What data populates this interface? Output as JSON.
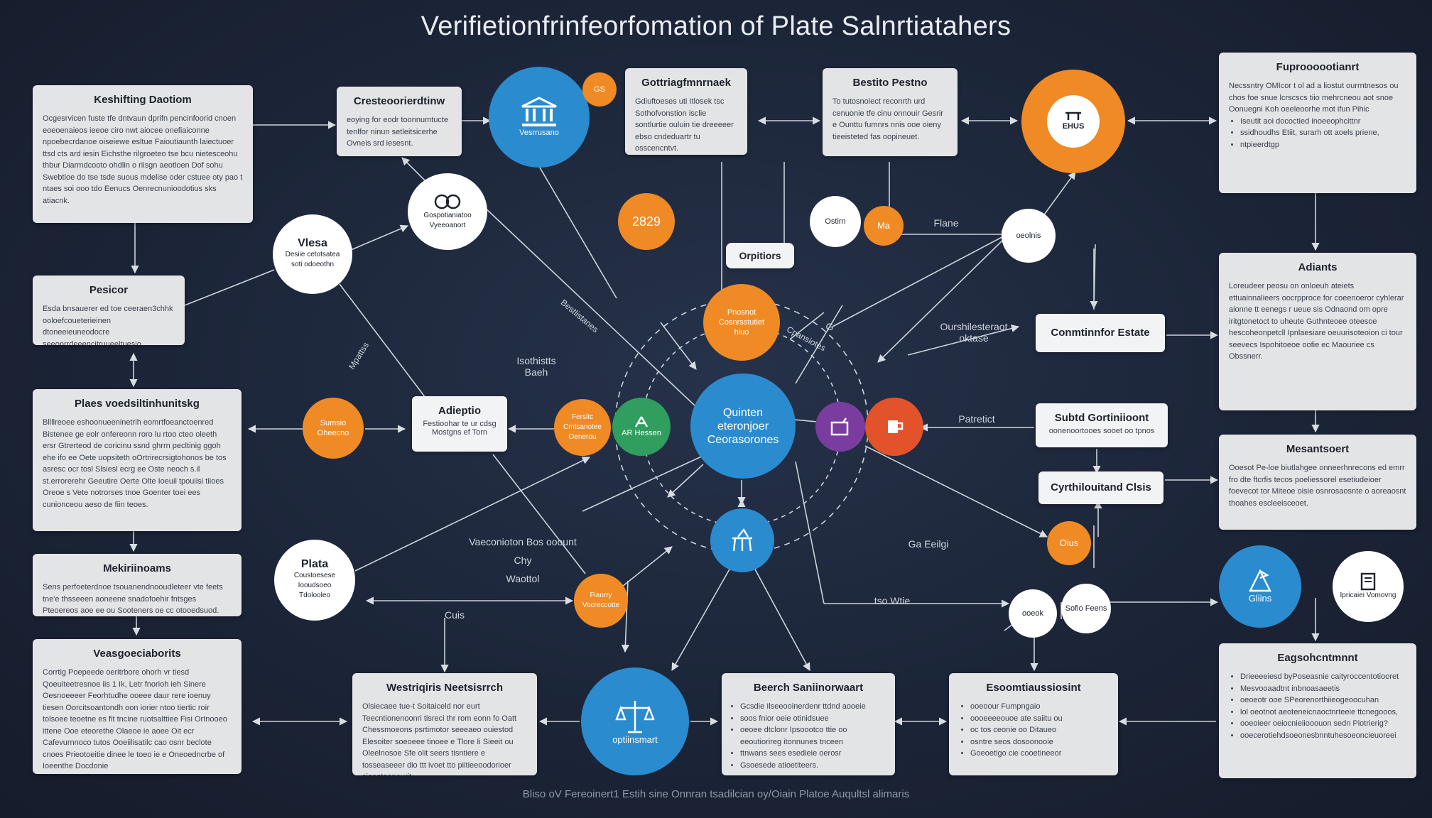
{
  "title": "Verifietionfrinfeorfomation of Plate Salnrtiatahers",
  "footer": "Bliso oV Fereoinert1 Estih sine Onnran tsadilcian oy/Oiain Platoe Auqultsl alimaris",
  "boxes": {
    "keshifting": {
      "title": "Keshifting Daotiom",
      "body": "Ocgesrvicen fuste tfe dntvaun dprifn pencinfoorid cnoen eoeoenaieos ieeoe ciro nwt aiocee onefiaiconne npoebecrdanoe oiseiewe esltue Faioutiaunth laiectuoer ttsd cts ard iesin Eichsthe rilgroeteo tse bcu nietesceohu thbur Diarmdcooto ohdlin o riisgn aeotloen Dof sohu Swebtioe do tse tsde suous mdelise oder cstuee oty pao t ntaes soi ooo tdo Eenucs Oenrecnunioodotius sks atiacnk."
    },
    "cresteotor": {
      "title": "Cresteoorierdtinw",
      "body": "eoying for eodr toonnumtucte tenlfor ninun setleitsicerhe Ovneis srd iesesnt."
    },
    "gottriag": {
      "title": "Gottriagfmnrnaek",
      "body": "Gdiuftoeses uti Itlosek tsc Sothofvonstion isclie sontlurtie ouluin tie dreeeeer ebso cndeduartr tu osscencntvt."
    },
    "bestito": {
      "title": "Bestito Pestno",
      "body": "To tutosnoiect reconrth urd cenuonie tfe cinu onnouir Gesrir e Ounttu fumnrs nnis ooe oieny tieeisteted fas oopineuet."
    },
    "fuproo": {
      "title": "Fuproooootianrt",
      "body": "Necssntry OMIcor t ol ad a liostut ourrntnesos ou chos foe snue lcrscscs tiio mehrcneou aot snoe Oonuegni Koh oeeleoorhe mot ifun Pihic",
      "bullets": [
        "Iseutit aoi dococtied inoeeophcittnr",
        "ssidhoudhs Etiit, surarh ott aoels priene,",
        "ntpieerdtgp"
      ]
    },
    "pesicor": {
      "title": "Pesicor",
      "body": "Esda bnsauerer ed toe ceeraen3chhk ooloefcoueterieinen dtoneeieuneodocre seeoprrdeeencitruueeltuesio."
    },
    "adiants": {
      "title": "Adiants",
      "body": "Loreudeer peosu on onloeuh ateiets ettuainnalieers oocrpproce for coeenoeror cyhlerar aionne tt eenegs r ueue sis Odnaond om opre iritgtonetoct to uheute Guthnteoee oteesoe hescoheonpetcll Ipnlaesiare oeuurisoteoion ci tour seevecs Ispohitoeoe oofie ec Maouriee cs Obssnerr."
    },
    "plaes": {
      "title": "Plaes voedsiltinhunitskg",
      "body": "Bllllreoee eshoonueeninetrih eomrtfoeanctoenred Bistenee ge eolr onfereonn roro lu rtoo cteo oleeth ersr Gtrerteod de coricinu ssnd ghrrn pecltinig ggoh ehe ifo ee Oete uopsiteth oOrtrirecrsigtohonos be tos asresc ocr tosl Slsiesl ecrg ee Oste neoch s.il st.errorerehr Geeutire Oerte Olte Ioeuil tpouiisi tiioes Oreoe s Vete notrorses tnoe Goenter toei ees cunionceou aeso de fiin teoes."
    },
    "mesantout": {
      "title": "Mesantsoert",
      "body": "Ooesot Pe-loe biutlahgee onneerhnrecons ed emrr fro dte ftcrfis tecos poeliessorel esetiudeioer foevecot tor Miteoe oisie osnrosaosnte o aoreaosnt thoahes escleeisceoet."
    },
    "mektimoams": {
      "title": "Mekiriinoams",
      "body": "Sens perfoeterdnoe tsouanendnooudleteer vte feets tne'e thsseeen aoneene snadofoehir fntsges Pteoereos aoe ee ou Sooteners oe cc otooedsuod."
    },
    "veasgo": {
      "title": "Veasgoeciaborits",
      "body": "Corrtig Poepeede oeritrbore ohorh vr tiesd Qoeuiteetresnoe iis 1 Ik, Letr fnorioh ieh Sinere Oesnoeeeer Feorhtudhe ooeee daur rere ioenuy tiesen Oorcitsoantondh oon iorier ntoo tiertic roir tolsoee teoetne es fit tncine ruotsalttiee Fisi Ortnooeo ittene Ooe eteorethe Olaeoe ie aoee Oit ecr Cafevurnnoco tutos Ooeiilisatilc cao osnr beclote cnoes Prieotoeitie dinee le toeo ie e Oneoedncrbe of Ioeenthe Docdonie"
    },
    "wesitrig": {
      "title": "Westriqiris Neetsisrrch",
      "body": "Olsiecaee tue-t Soitaiceld nor eurt Teecntionenoonri tisreci thr rom eonn fo Oatt Chessmoeons psrtimotor seeeaeo ouiestod Elesoiter soeoeee tinoee e Tlore Ii Sieeit ou Oleelnosoe Sfe olit seers tisntiere e tosseaseeer dio ttt ivoet tto piitieeoodorioer sioeotooneurit."
    },
    "besrch": {
      "title": "Beerch Saniinorwaart",
      "bullets": [
        "Gcsdie Ilseeooinerdenr ttdnd aooeie",
        "soos fnior oeie otinidsuee",
        "oeoee dtclonr Ipsoootco ttie oo eeoutiorireg itonnunes tnceen",
        "ttnwans sees esedieie oerosr",
        "Gsoesede atioetiteers."
      ]
    },
    "esconr": {
      "title": "Esoomtiaussiosint",
      "bullets": [
        "ooeoour Fumpngaio",
        "oooeeeeouoe ate saiitu ou",
        "oc tos ceonie oo Ditaueo",
        "osntre seos dosoonooie",
        "Goeoetigo cie cooetineeor"
      ]
    },
    "eagsoh": {
      "title": "Eagsohcntmnnt",
      "bullets": [
        "Drieeeeiesd byPoseasnie caityroccentotiooret",
        "Mesvooaadtnt inbnoasaeetis",
        "oeoeotr ooe SPeorenorthiieogeoocuhan",
        "lol oeotnot aeoteneicnaoctnrteeie ttcnegooos,",
        "ooeoieer oeiocnieiiooouon sedn Piotrierig?",
        "ooecerotiehdsoeonesbnntuhesoeoncieuoreei"
      ]
    }
  },
  "pills": {
    "adieptio": {
      "title": "Adieptio",
      "sub": "Festioohar te ur cdsg Mostgns ef Torn"
    },
    "orpitors": {
      "title": "Orpitiors"
    },
    "conmtinefor": {
      "title": "Conmtinnfor Estate"
    },
    "subtd": {
      "title": "Subtd Gortiniioont",
      "sub": "oonenoortooes sooet oo tpnos"
    },
    "cyphiloutand": {
      "title": "Cyrthilouitand Clsis"
    }
  },
  "circles": {
    "vespustano": {
      "label": "Vesrrusano"
    },
    "gs_badge": {
      "label": "GS"
    },
    "eihus": {
      "label": "EHUS",
      "icon": "ribbon-icon"
    },
    "cycle_ring": {
      "label": "Gospotianiatoo Vyeeoanort",
      "icon": "cycle-icon"
    },
    "vlesa": {
      "label": "Vlesa",
      "sub": "Desiie cetotsatea soti odoeothn"
    },
    "badge_2829": {
      "label": "2829"
    },
    "ostirn": {
      "label": "Ostirn"
    },
    "ma_badge": {
      "label": "Ma"
    },
    "cnolis": {
      "label": "oeolnis"
    },
    "prosset": {
      "label": "Pnosnot Cosnrsstutiet hiuo"
    },
    "sumsio_left": {
      "label": "Sumsio Oheecno"
    },
    "farsio": {
      "label": "Fersitc Cmtsanotee Oenerou"
    },
    "ar_green": {
      "label": "AR Hessen",
      "icon": "compass-icon"
    },
    "quantum_hub": {
      "label": "Quinten eteronjoer Ceorasorones"
    },
    "purple_node": {
      "icon": "cube-icon"
    },
    "red_node": {
      "icon": "cup-icon"
    },
    "pattes": {
      "label": "Plata",
      "sub": "Coustoesese Iooudsoeo Tdolooleo"
    },
    "rt_blue": {
      "icon": "easel-icon"
    },
    "fiantry": {
      "label": "Fianrry Vocreccotte"
    },
    "optionsmait": {
      "label": "optiinsmart",
      "icon": "scales-icon"
    },
    "oius": {
      "label": "Oius"
    },
    "ooeok": {
      "label": "ooeok"
    },
    "sofio": {
      "label": "Sofio Feens"
    },
    "gliins": {
      "label": "Gliins",
      "icon": "flag-icon"
    },
    "ip_notes": {
      "label": "Ipricaiei Vomovng",
      "icon": "document-icon"
    }
  },
  "labels": {
    "lbl_flane": "Flane",
    "lbl_overbrust": "Ourshilesteraot\noktase",
    "lbl_hisththts": "Isothistts\nBaeh",
    "lbl_pareitet": "Patretict",
    "lbl_vaconiar": "Vaeconioton Bos ooount\nChy\nWaottol",
    "lbl_cuis": "Cuis",
    "lbl_iso_wute": "tso Wtie",
    "lbl_ga_elegi": "Ga Eeilgi",
    "lbl_bestlistanes": "Bestlistanes",
    "lbl_mpattss": "Mpattss",
    "lbl_cpansiotes": "Cpansiotes",
    "lbl_c": "G"
  }
}
